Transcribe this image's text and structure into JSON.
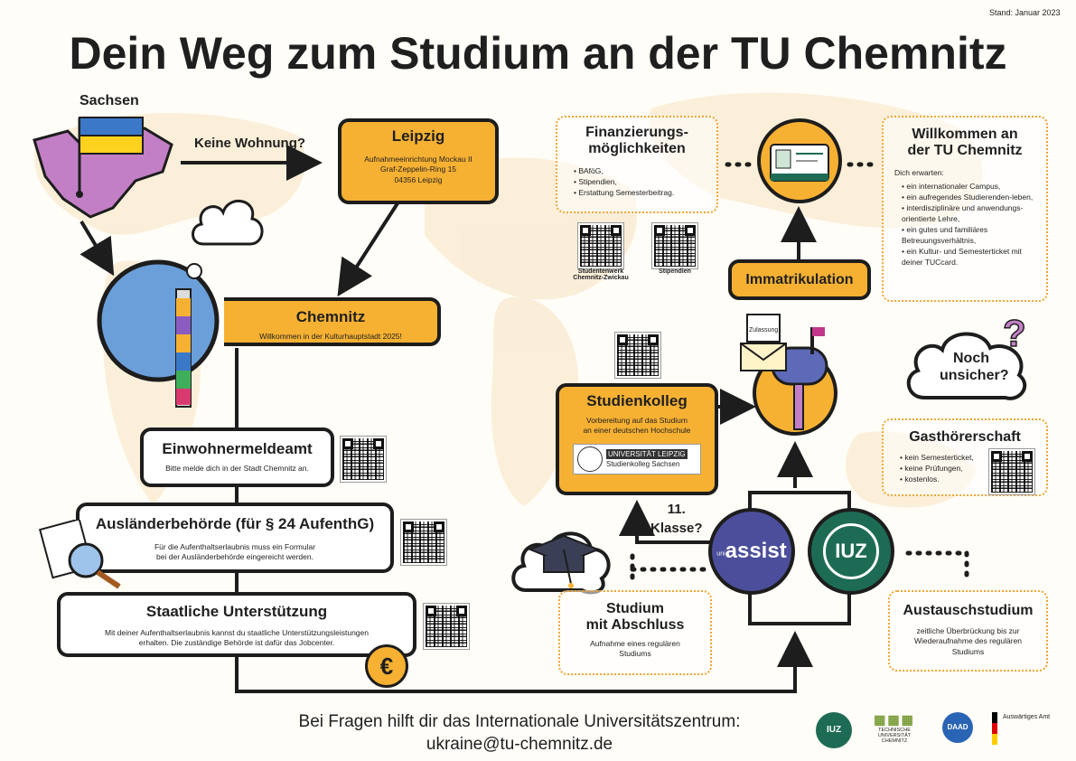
{
  "stand": "Stand: Januar 2023",
  "title": "Dein Weg zum Studium an der TU Chemnitz",
  "sachsen": "Sachsen",
  "keine_wohnung": "Keine Wohnung?",
  "leipzig": {
    "title": "Leipzig",
    "lines": [
      "Aufnahmeeinrichtung Mockau II",
      "Graf-Zeppelin-Ring 15",
      "04356 Leipzig"
    ]
  },
  "chemnitz": {
    "title": "Chemnitz",
    "subtitle": "Willkommen in der Kulturhauptstadt 2025!"
  },
  "einwohnermeldeamt": {
    "title": "Einwohnermeldeamt",
    "text": "Bitte melde dich in der Stadt Chemnitz an."
  },
  "auslaenderbehoerde": {
    "title": "Ausländerbehörde (für § 24 AufenthG)",
    "line1": "Für die Aufenthaltserlaubnis muss ein Formular",
    "line2": "bei der Ausländerbehörde eingereicht werden."
  },
  "unterstuetzung": {
    "title": "Staatliche Unterstützung",
    "line1": "Mit deiner Aufenthaltserlaubnis kannst du staatliche Unterstützungsleistungen",
    "line2": "erhalten. Die zuständige Behörde ist dafür das Jobcenter."
  },
  "euro": "€",
  "finanzierung": {
    "title1": "Finanzierungs-",
    "title2": "möglichkeiten",
    "items": [
      "BAföG,",
      "Stipendien,",
      "Erstattung Semesterbeitrag."
    ],
    "qr1_label1": "Studentenwerk",
    "qr1_label2": "Chemnitz-Zwickau",
    "qr2_label": "Stipendien"
  },
  "willkommen": {
    "title1": "Willkommen an",
    "title2": "der TU Chemnitz",
    "intro": "Dich erwarten:",
    "items": [
      "ein internationaler Campus,",
      "ein aufregendes Studierenden-leben,",
      "interdisziplinäre und anwendungs-orientierte Lehre,",
      "ein gutes und familiäres Betreuungsverhältnis,",
      "ein Kultur- und Semesterticket mit deiner TUCcard."
    ]
  },
  "immatrikulation": "Immatrikulation",
  "zulassung": "Zulassung",
  "studienkolleg": {
    "title": "Studienkolleg",
    "line1": "Vorbereitung auf das Studium",
    "line2": "an einer deutschen Hochschule",
    "logo1": "UNIVERSITÄT LEIPZIG",
    "logo2": "Studienkolleg Sachsen"
  },
  "noch_unsicher1": "Noch",
  "noch_unsicher2": "unsicher?",
  "gasthoerer": {
    "title": "Gasthörerschaft",
    "items": [
      "kein Semesterticket,",
      "keine Prüfungen,",
      "kostenlos."
    ]
  },
  "klasse1": "11.",
  "klasse2": "Klasse?",
  "assist": "assist",
  "uni": "uni",
  "iuz": "IUZ",
  "studium": {
    "title1": "Studium",
    "title2": "mit Abschluss",
    "line1": "Aufnahme eines regulären",
    "line2": "Studiums"
  },
  "austausch": {
    "title": "Austauschstudium",
    "line1": "zeitliche Überbrückung bis zur",
    "line2": "Wiederaufnahme des regulären",
    "line3": "Studiums"
  },
  "footer": {
    "line1": "Bei Fragen hilft dir das Internationale Universitätszentrum:",
    "line2": "ukraine@tu-chemnitz.de"
  },
  "logos": {
    "tuc1": "TECHNISCHE UNIVERSITÄT",
    "tuc2": "CHEMNITZ",
    "daad": "DAAD",
    "aa": "Auswärtiges Amt"
  },
  "colors": {
    "orange": "#f6b133",
    "blue_circle": "#6b9fd9",
    "purple_state": "#c27fc6",
    "assist": "#4b4e9a",
    "iuz": "#1d6b54"
  }
}
